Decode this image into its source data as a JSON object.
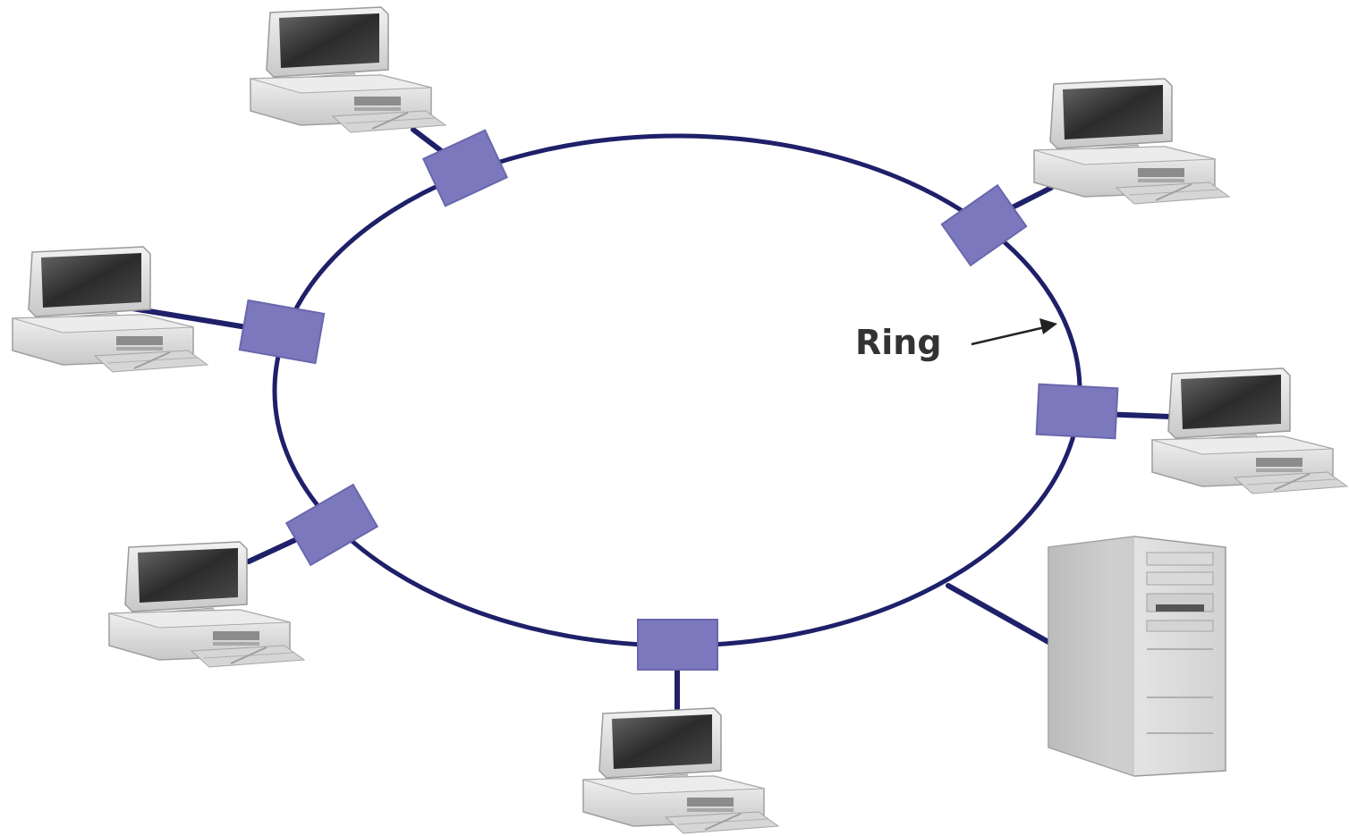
{
  "diagram": {
    "ring_label": "Ring",
    "colors": {
      "ring": "#1e2069",
      "node": "#7b78bd",
      "node_edge": "#6a67ad",
      "monitor_shell": "#d9d9d9",
      "screen": "#3a3a3a",
      "case": "#d0d0d0"
    },
    "nodes": [
      {
        "id": "top-left",
        "device": "workstation"
      },
      {
        "id": "left",
        "device": "workstation"
      },
      {
        "id": "bottom-left",
        "device": "workstation"
      },
      {
        "id": "bottom",
        "device": "workstation"
      },
      {
        "id": "right",
        "device": "workstation"
      },
      {
        "id": "top-right",
        "device": "workstation"
      },
      {
        "id": "server",
        "device": "server-tower"
      }
    ]
  }
}
